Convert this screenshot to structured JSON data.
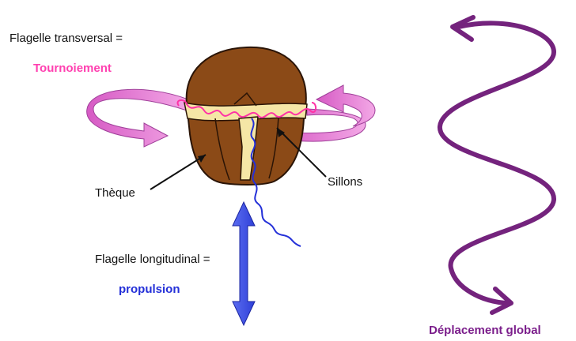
{
  "labels": {
    "transverse_flagellum": "Flagelle transversal =",
    "spinning": "Tournoiement",
    "theca": "Thèque",
    "grooves": "Sillons",
    "longitudinal_flagellum": "Flagelle longitudinal =",
    "propulsion": "propulsion",
    "overall_movement": "Déplacement global"
  },
  "colors": {
    "body_brown": "#8b4a17",
    "girdle_yellow": "#f5e6a6",
    "flagellum_pink": "#ff33a6",
    "rotation_arrow": "#e477cf",
    "propulsion_blue": "#3f53e6",
    "path_purple": "#74237d",
    "spinning_text": "#ff40b0",
    "propulsion_text": "#2430d8",
    "movement_text": "#7b1e8b"
  }
}
